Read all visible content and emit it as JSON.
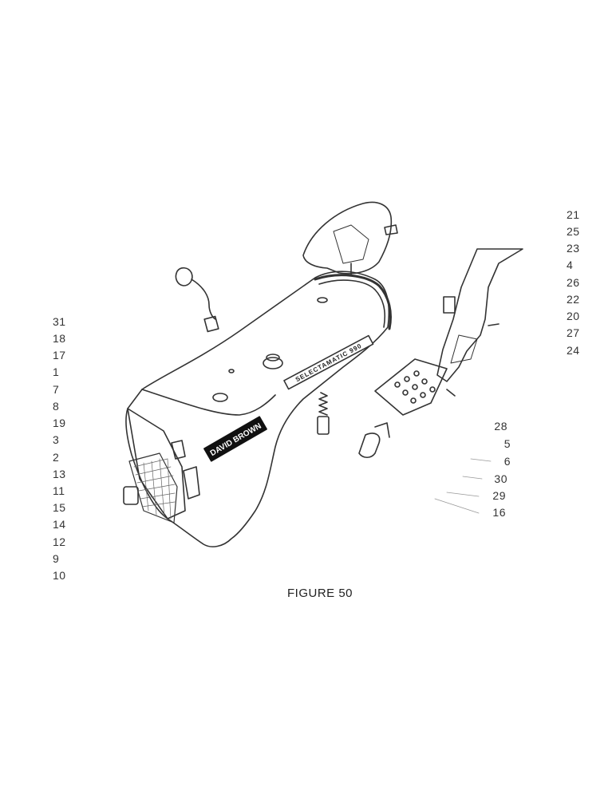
{
  "figure": {
    "caption": "FIGURE 50",
    "brand_decal": "DAVID BROWN",
    "model_decal": "SELECTAMATIC 990"
  },
  "callouts": {
    "left_column": [
      "31",
      "18",
      "17",
      "1",
      "7",
      "8",
      "19",
      "3",
      "2",
      "13",
      "11",
      "15",
      "14",
      "12",
      "9",
      "10"
    ],
    "right_top_column": [
      "21",
      "25",
      "23",
      "4",
      "26",
      "22",
      "20",
      "27",
      "24"
    ],
    "right_mid_column": [
      "28",
      "5",
      "6",
      "30",
      "29",
      "16"
    ]
  }
}
